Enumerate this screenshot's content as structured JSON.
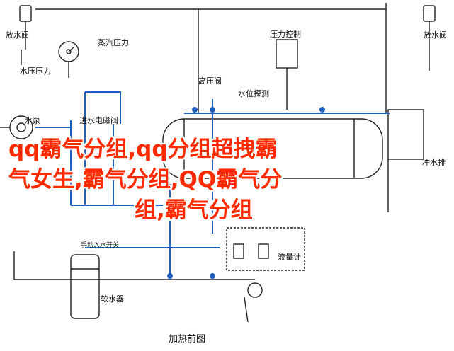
{
  "diagram": {
    "caption": "加热前图",
    "labels": {
      "drain_valve": "放水阀",
      "steam_pressure": "蒸汽压力",
      "water_pressure": "水压压力",
      "pressure_control": "压力控制",
      "drain_valve_right": "放水阀",
      "high_pressure_valve": "高压阀",
      "water_level_probe": "水位探测",
      "water_pump": "水泵",
      "inlet_solenoid_valve": "进水电磁阀",
      "manual_inlet_switch": "手动入水开关",
      "flow_meter": "流量计",
      "water_softener": "软水器",
      "flush_drain": "冲水排"
    }
  },
  "overlay_text": {
    "line1": "qq霸气分组,qq分组超拽霸",
    "line2": "气女生,霸气分组,QQ霸气分",
    "line3": "组,霸气分组"
  },
  "colors": {
    "pipe_blue": "#1f5fbf",
    "line_black": "#222222",
    "overlay_red": "#ff2a00"
  }
}
